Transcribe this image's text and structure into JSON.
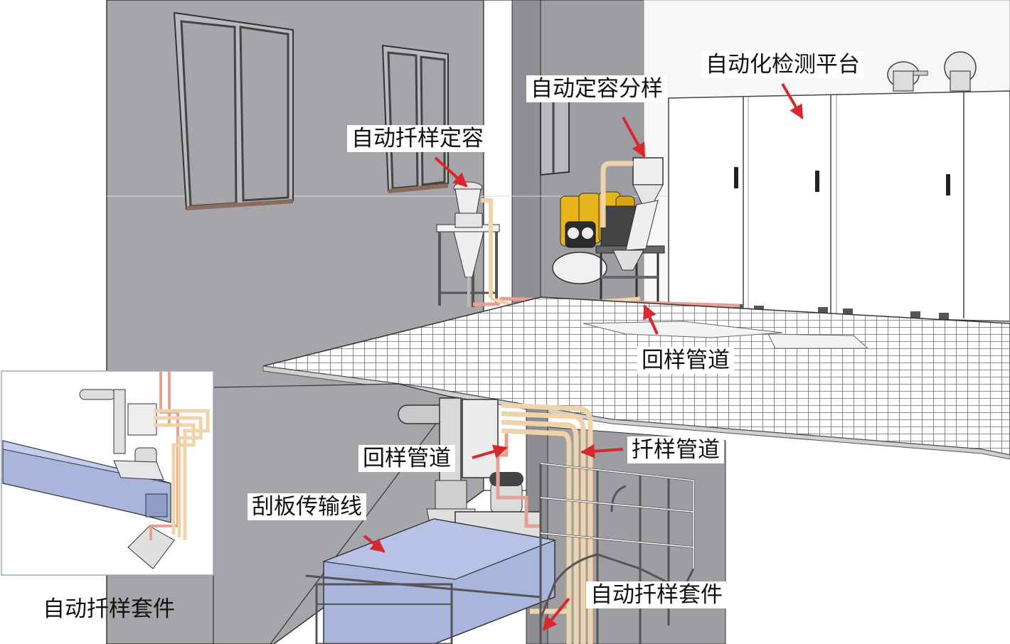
{
  "labels": {
    "platform": "自动化检测平台",
    "divider": "自动定容分样",
    "sampler_volume": "自动扦样定容",
    "return_pipe_top": "回样管道",
    "return_pipe_mid": "回样管道",
    "sampling_pipe": "扦样管道",
    "conveyor": "刮板传输线",
    "kit_right": "自动扦样套件",
    "kit_inset": "自动扦样套件"
  },
  "colors": {
    "wall": "#a6a6aa",
    "wall_dark": "#8e8e93",
    "floor_grate": "#ffffff",
    "pipe_tan": "#efd3aa",
    "pipe_pink": "#e8a093",
    "conveyor_blue": "#a9b5dc",
    "arrow_red": "#d9272e",
    "yellow_filter": "#e9b51c"
  }
}
